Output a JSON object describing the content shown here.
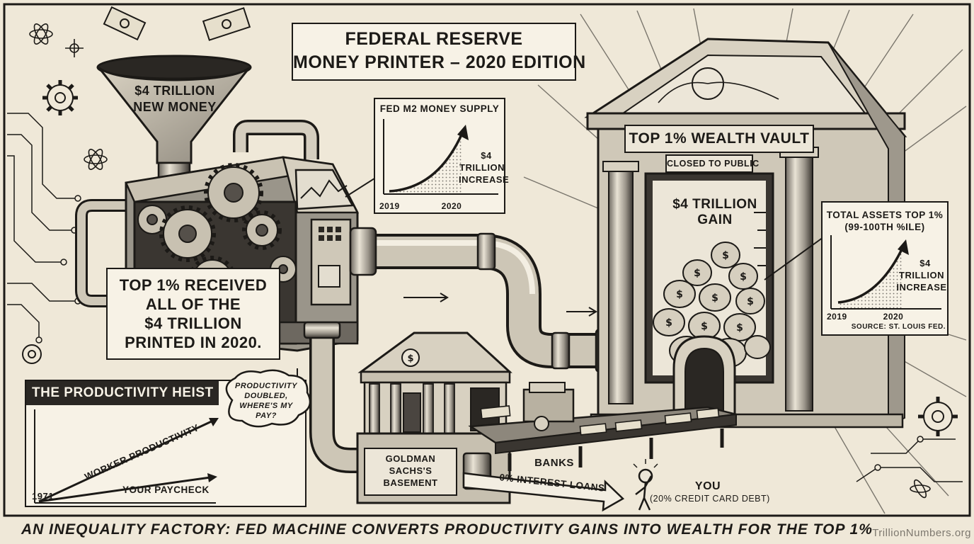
{
  "title": {
    "line1": "FEDERAL RESERVE",
    "line2": "MONEY PRINTER – 2020 EDITION"
  },
  "funnel": {
    "line1": "$4 TRILLION",
    "line2": "NEW MONEY"
  },
  "m2_chart": {
    "title": "FED M2 MONEY SUPPLY",
    "annot1": "$4",
    "annot2": "TRILLION",
    "annot3": "INCREASE",
    "x_start": "2019",
    "x_end": "2020"
  },
  "received_box": {
    "line1": "TOP 1% RECEIVED",
    "line2": "ALL OF THE",
    "line3": "$4 TRILLION",
    "line4": "PRINTED IN 2020."
  },
  "vault": {
    "sign": "TOP 1% WEALTH VAULT",
    "closed": "CLOSED TO PUBLIC",
    "gain1": "$4 TRILLION",
    "gain2": "GAIN"
  },
  "assets_chart": {
    "title1": "TOTAL ASSETS TOP 1%",
    "title2": "(99-100TH %ILE)",
    "annot1": "$4",
    "annot2": "TRILLION",
    "annot3": "INCREASE",
    "x_start": "2019",
    "x_end": "2020",
    "source": "SOURCE: ST. LOUIS FED."
  },
  "heist": {
    "title": "THE PRODUCTIVITY HEIST",
    "bubble1": "PRODUCTIVITY",
    "bubble2": "DOUBLED,",
    "bubble3": "WHERE'S MY",
    "bubble4": "PAY?",
    "worker_label": "WORKER PRODUCTIVITY",
    "pay_label": "YOUR PAYCHECK",
    "year": "1971"
  },
  "goldman": {
    "line1": "GOLDMAN",
    "line2": "SACHS'S",
    "line3": "BASEMENT"
  },
  "banks": {
    "label": "BANKS",
    "loans": "0% INTEREST LOANS"
  },
  "you": {
    "label": "YOU",
    "debt": "(20% CREDIT CARD DEBT)"
  },
  "footer": {
    "caption": "AN INEQUALITY FACTORY: FED MACHINE CONVERTS PRODUCTIVITY GAINS INTO WEALTH FOR THE TOP 1%",
    "watermark": "TrillionNumbers.org"
  },
  "colors": {
    "ink": "#1c1a17",
    "paper": "#efe8d8",
    "panel": "#f7f2e6",
    "dark": "#2a2723"
  }
}
